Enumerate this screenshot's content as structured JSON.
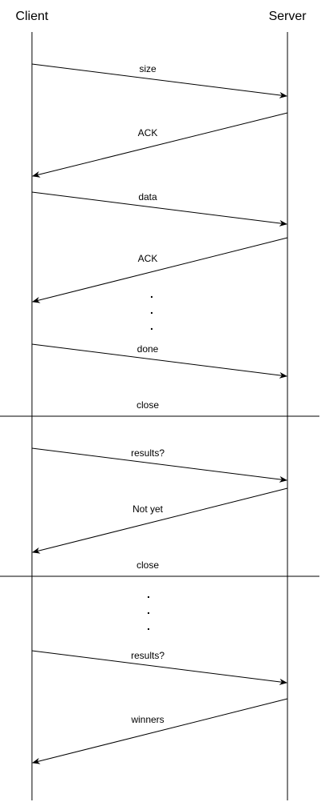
{
  "participants": {
    "client": "Client",
    "server": "Server"
  },
  "messages": [
    {
      "label": "size",
      "from": "client",
      "to": "server"
    },
    {
      "label": "ACK",
      "from": "server",
      "to": "client"
    },
    {
      "label": "data",
      "from": "client",
      "to": "server"
    },
    {
      "label": "ACK",
      "from": "server",
      "to": "client"
    },
    {
      "label": "done",
      "from": "client",
      "to": "server"
    },
    {
      "label": "results?",
      "from": "client",
      "to": "server"
    },
    {
      "label": "Not yet",
      "from": "server",
      "to": "client"
    },
    {
      "label": "results?",
      "from": "client",
      "to": "server"
    },
    {
      "label": "winners",
      "from": "server",
      "to": "client"
    }
  ],
  "separators": [
    {
      "label": "close"
    },
    {
      "label": "close"
    }
  ],
  "ellipsis": ".",
  "colors": {
    "line": "#000000",
    "background": "#ffffff"
  }
}
